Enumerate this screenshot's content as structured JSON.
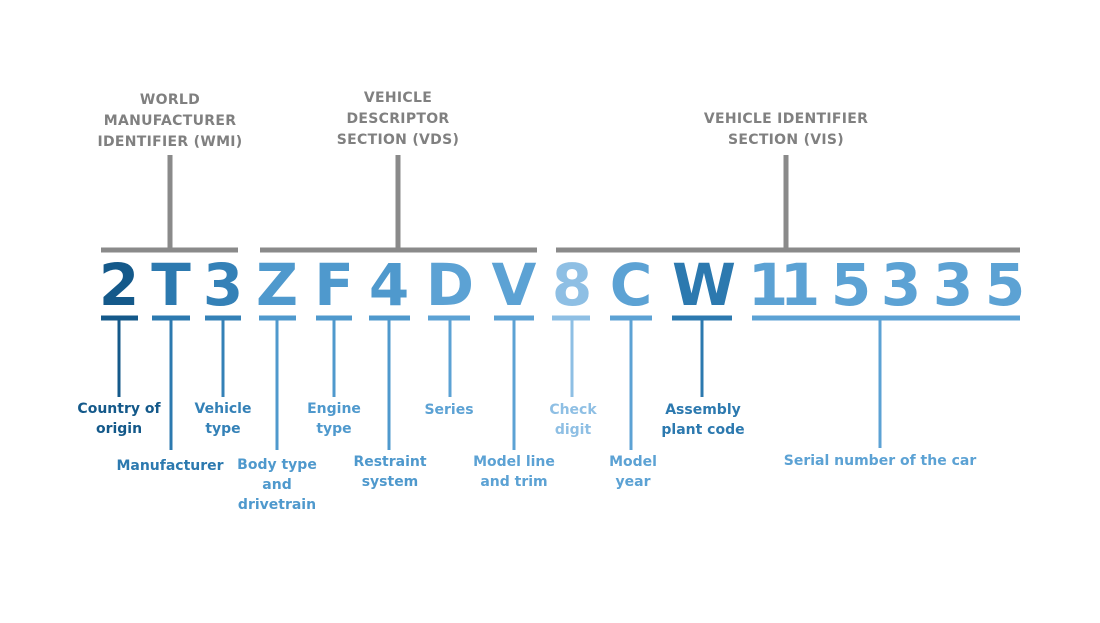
{
  "sections": [
    {
      "id": "wmi",
      "title": "WORLD\nMANUFACTURER\nIDENTIFIER (WMI)"
    },
    {
      "id": "vds",
      "title": "VEHICLE\nDESCRIPTOR\nSECTION (VDS)"
    },
    {
      "id": "vis",
      "title": "VEHICLE IDENTIFIER\nSECTION (VIS)"
    }
  ],
  "vin": [
    {
      "char": "2",
      "color": "#14598a"
    },
    {
      "char": "T",
      "color": "#2c79af"
    },
    {
      "char": "3",
      "color": "#3481b7"
    },
    {
      "char": "Z",
      "color": "#4f99cd"
    },
    {
      "char": "F",
      "color": "#4f99cd"
    },
    {
      "char": "4",
      "color": "#4f99cd"
    },
    {
      "char": "D",
      "color": "#5ca2d4"
    },
    {
      "char": "V",
      "color": "#5ca2d4"
    },
    {
      "char": "8",
      "color": "#8ebfe4"
    },
    {
      "char": "C",
      "color": "#5ca2d4"
    },
    {
      "char": "W",
      "color": "#2c79af"
    },
    {
      "char": "1",
      "color": "#5ca2d4"
    },
    {
      "char": "1",
      "color": "#5ca2d4"
    },
    {
      "char": "5",
      "color": "#5ca2d4"
    },
    {
      "char": "3",
      "color": "#5ca2d4"
    },
    {
      "char": "3",
      "color": "#5ca2d4"
    },
    {
      "char": "5",
      "color": "#5ca2d4"
    }
  ],
  "labels": [
    {
      "id": "country",
      "text": "Country of\norigin",
      "color": "#14598a"
    },
    {
      "id": "manufacturer",
      "text": "Manufacturer",
      "color": "#2c79af"
    },
    {
      "id": "vehicle-type",
      "text": "Vehicle\ntype",
      "color": "#3481b7"
    },
    {
      "id": "body-type",
      "text": "Body type\nand\ndrivetrain",
      "color": "#4f99cd"
    },
    {
      "id": "engine-type",
      "text": "Engine\ntype",
      "color": "#4f99cd"
    },
    {
      "id": "restraint",
      "text": "Restraint\nsystem",
      "color": "#4f99cd"
    },
    {
      "id": "series",
      "text": "Series",
      "color": "#5ca2d4"
    },
    {
      "id": "model-line",
      "text": "Model line\nand trim",
      "color": "#5ca2d4"
    },
    {
      "id": "check-digit",
      "text": "Check\ndigit",
      "color": "#8ebfe4"
    },
    {
      "id": "model-year",
      "text": "Model\nyear",
      "color": "#5ca2d4"
    },
    {
      "id": "assembly-plant",
      "text": "Assembly\nplant code",
      "color": "#2c79af"
    },
    {
      "id": "serial-number",
      "text": "Serial number of the car",
      "color": "#5ca2d4"
    }
  ],
  "colors": {
    "bracket": "#8a8a8a",
    "section_title": "#808080"
  }
}
